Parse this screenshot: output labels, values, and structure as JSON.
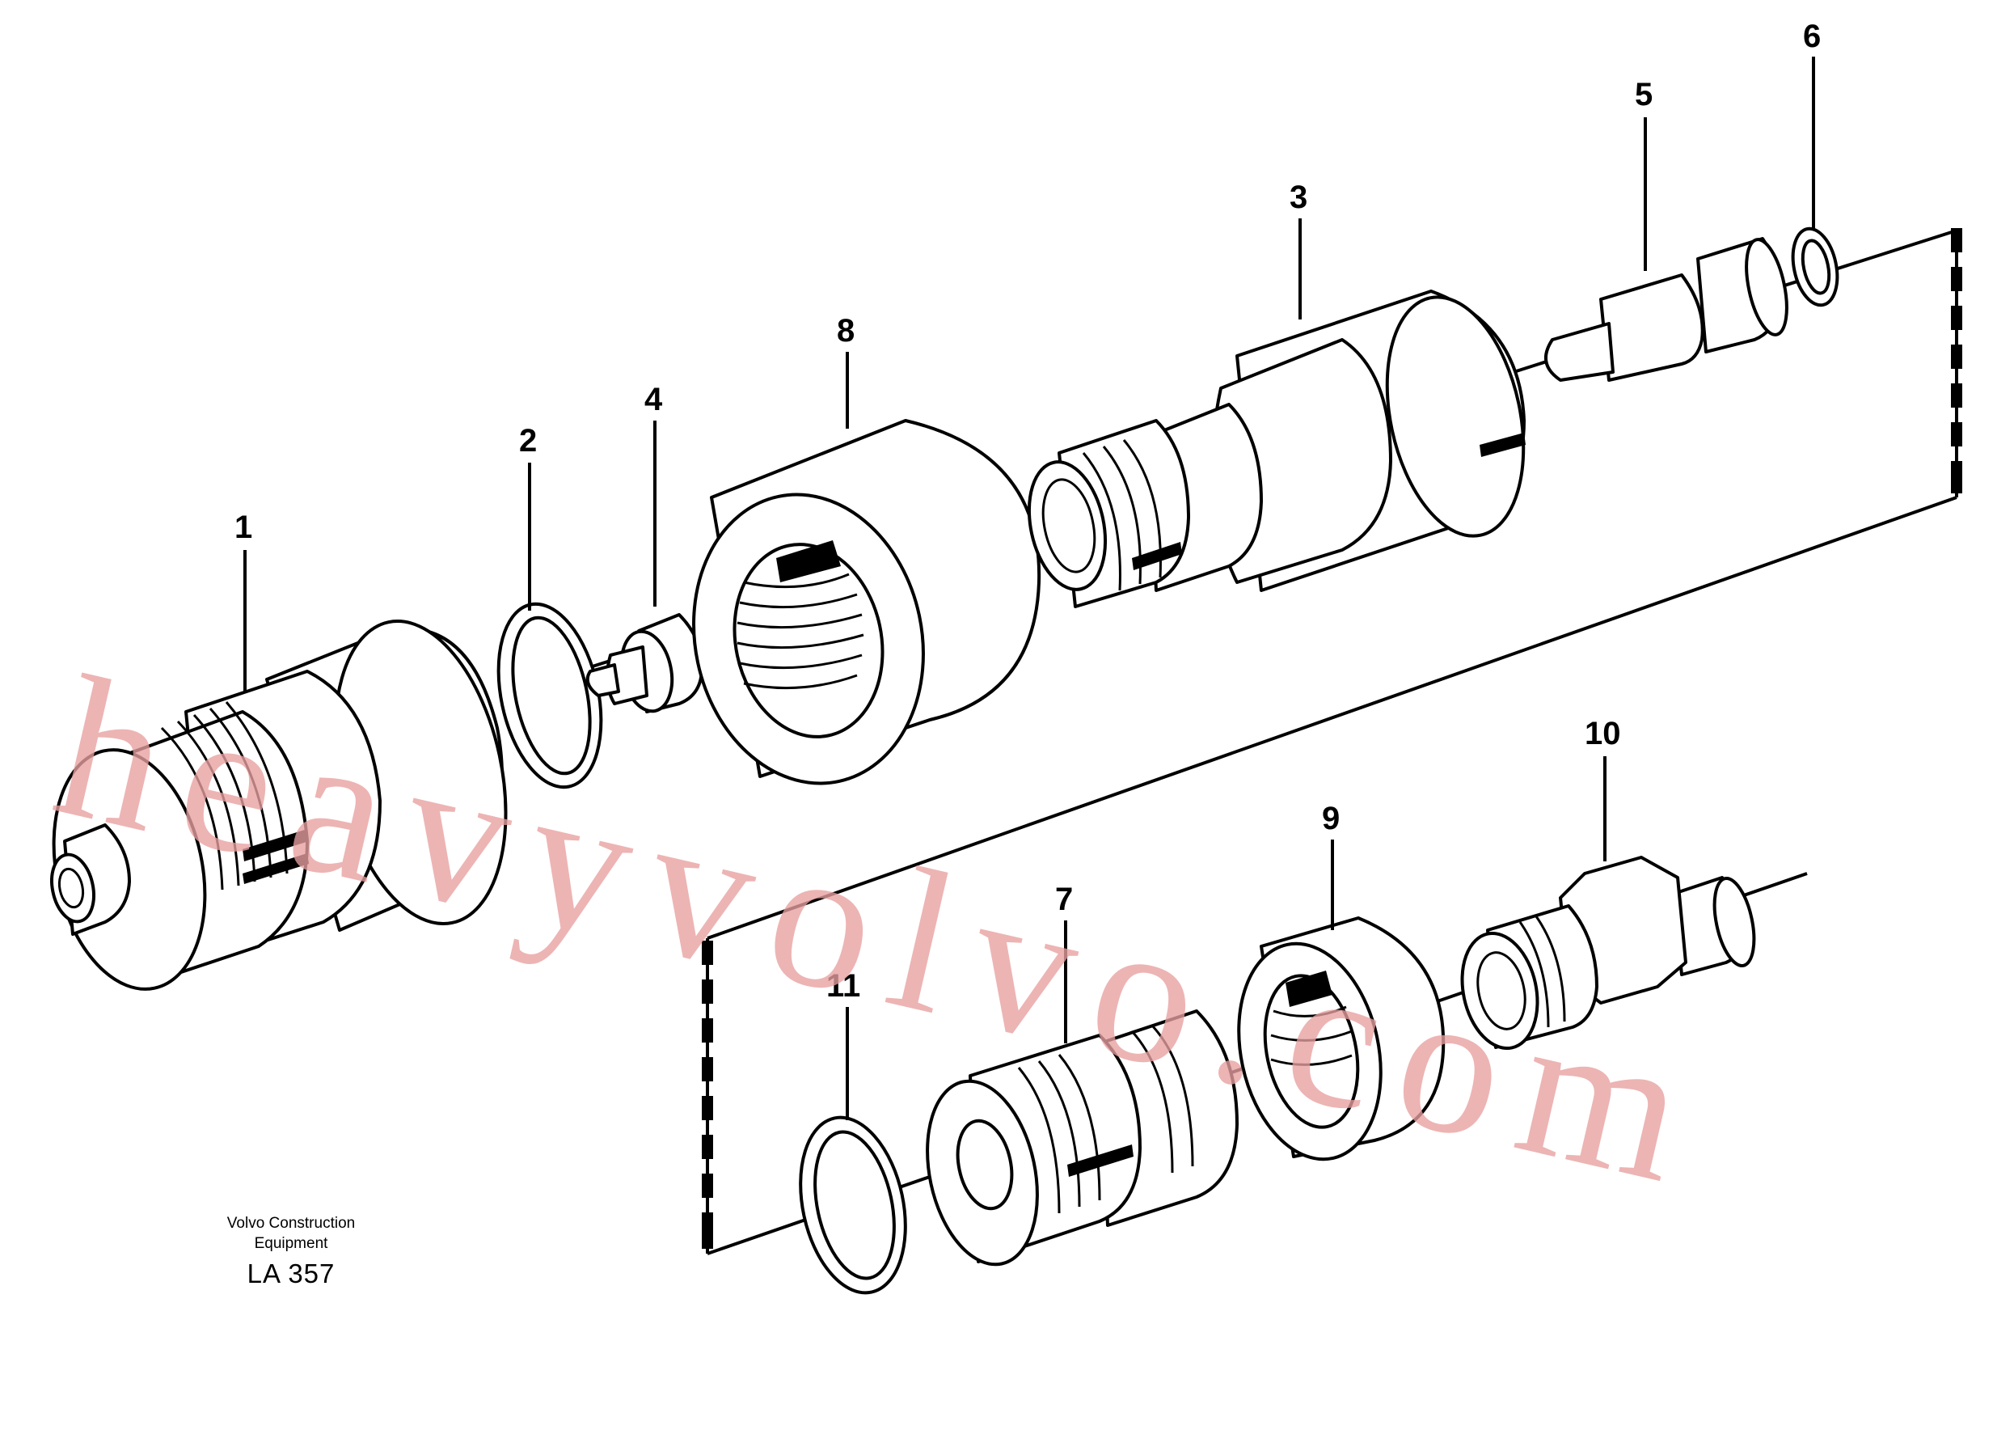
{
  "drawing": {
    "title_line1": "Volvo Construction",
    "title_line2": "Equipment",
    "code": "LA 357"
  },
  "watermark": "heavyvolvo.com",
  "callouts": [
    {
      "id": "1",
      "label": "1"
    },
    {
      "id": "2",
      "label": "2"
    },
    {
      "id": "3",
      "label": "3"
    },
    {
      "id": "4",
      "label": "4"
    },
    {
      "id": "5",
      "label": "5"
    },
    {
      "id": "6",
      "label": "6"
    },
    {
      "id": "7",
      "label": "7"
    },
    {
      "id": "8",
      "label": "8"
    },
    {
      "id": "9",
      "label": "9"
    },
    {
      "id": "10",
      "label": "10"
    },
    {
      "id": "11",
      "label": "11"
    }
  ],
  "colors": {
    "line": "#000000",
    "background": "#ffffff",
    "watermark": "#e8a0a0"
  }
}
